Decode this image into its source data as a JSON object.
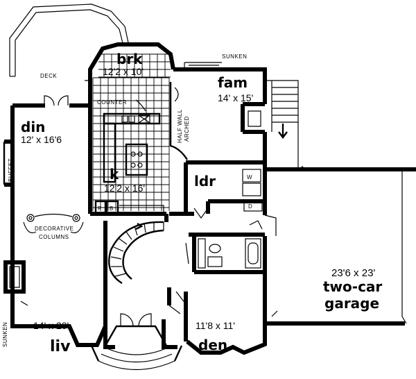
{
  "rooms": {
    "brk": {
      "name": "brk",
      "dim": "12'2 x 10'"
    },
    "fam": {
      "name": "fam",
      "dim": "14' x 15'"
    },
    "din": {
      "name": "din",
      "dim": "12' x 16'6"
    },
    "kitchen": {
      "name": "k",
      "dim": "12'2 x 16'"
    },
    "ldr": {
      "name": "ldr"
    },
    "liv": {
      "name": "liv",
      "dim": "14' x 20'"
    },
    "den": {
      "name": "den",
      "dim": "11'8 x 11'"
    },
    "garage": {
      "dim": "23'6 x 23'",
      "name_line1": "two-car",
      "name_line2": "garage"
    }
  },
  "labels": {
    "deck": "DECK",
    "sunken_fam": "SUNKEN",
    "sunken_liv": "SUNKEN",
    "counter": "COUNTER",
    "half_wall": "HALF WALL",
    "arched": "ARCHED",
    "buffet": "BUFFET",
    "decorative": "DECORATIVE",
    "columns": "COLUMNS",
    "pantry": "P",
    "broom": "B",
    "washer": "W",
    "dryer": "D"
  }
}
